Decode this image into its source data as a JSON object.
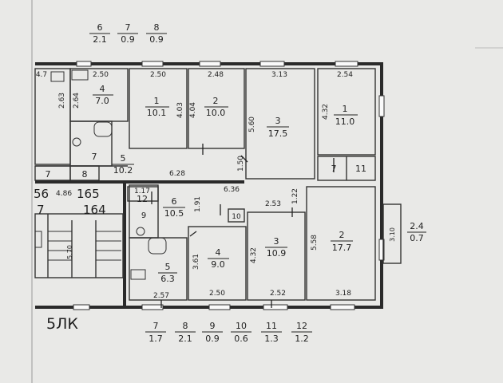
{
  "top_legend": [
    {
      "num": "6",
      "area": "2.1"
    },
    {
      "num": "7",
      "area": "0.9"
    },
    {
      "num": "8",
      "area": "0.9"
    }
  ],
  "bottom_legend": [
    {
      "num": "7",
      "area": "1.7"
    },
    {
      "num": "8",
      "area": "2.1"
    },
    {
      "num": "9",
      "area": "0.9"
    },
    {
      "num": "10",
      "area": "0.6"
    },
    {
      "num": "11",
      "area": "1.3"
    },
    {
      "num": "12",
      "area": "1.2"
    }
  ],
  "balcony": {
    "num": "2.4",
    "area": "0.7",
    "dim": "3.10"
  },
  "stair_label": "5ЛК",
  "stair_numbers": {
    "a": "56",
    "b": "4.86",
    "c": "165",
    "d": "7",
    "e": "164",
    "f": "5.70"
  },
  "rooms": [
    {
      "num": "1",
      "area": "10.1"
    },
    {
      "num": "2",
      "area": "10.0"
    },
    {
      "num": "3",
      "area": "17.5"
    },
    {
      "num": "1",
      "area": "11.0"
    },
    {
      "num": "4",
      "area": "7.0"
    },
    {
      "num": "5",
      "area": "10.2"
    },
    {
      "num": "6",
      "area": "10.5"
    },
    {
      "num": "4",
      "area": "9.0"
    },
    {
      "num": "3",
      "area": "10.9"
    },
    {
      "num": "2",
      "area": "17.7"
    },
    {
      "num": "5",
      "area": "6.3"
    }
  ],
  "small_labels": {
    "n7a": "7",
    "n11": "11",
    "n7b": "7",
    "n8": "8",
    "n7c": "7",
    "n12": "12",
    "n9": "9",
    "n10": "10"
  },
  "dims": {
    "d250a": "2.50",
    "d248": "2.48",
    "d313": "3.13",
    "d254": "2.54",
    "d403": "4.03",
    "d404": "4.04",
    "d560": "5.60",
    "d432a": "4.32",
    "d628": "6.28",
    "d150": "1.50",
    "d636": "6.36",
    "d117": "1.17",
    "d191": "1.91",
    "d253": "2.53",
    "d122": "1.22",
    "d558": "5.58",
    "d361": "3.61",
    "d432b": "4.32",
    "d257": "2.57",
    "d250b": "2.50",
    "d252": "2.52",
    "d318": "3.18",
    "d250c": "2.50",
    "d264": "2.64",
    "d263": "2.63",
    "d47": "4.7"
  },
  "colors": {
    "paper": "#e9e9e7",
    "ink": "#222222"
  }
}
